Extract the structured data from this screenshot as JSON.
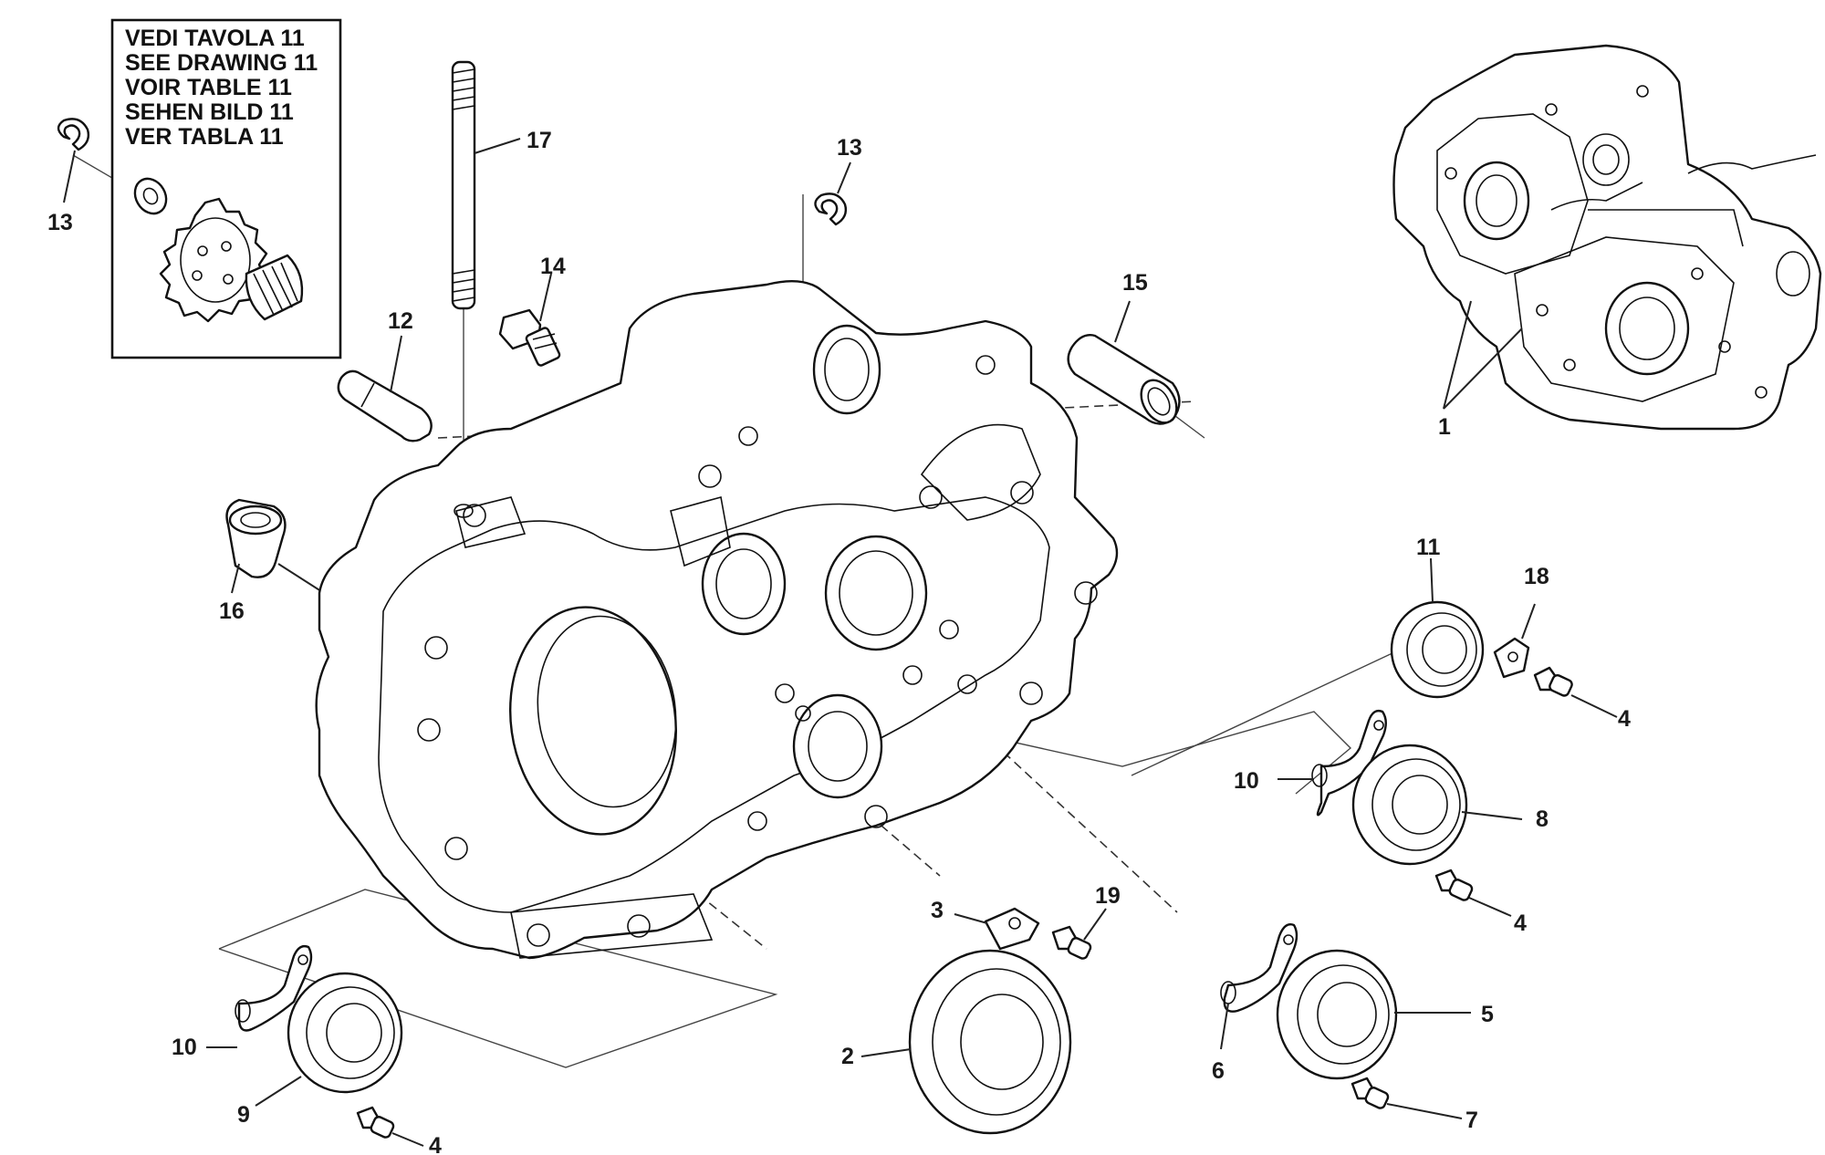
{
  "note_box": {
    "lines": [
      "VEDI TAVOLA 11",
      "SEE DRAWING 11",
      "VOIR TABLE 11",
      "SEHEN BILD 11",
      "VER TABLA 11"
    ]
  },
  "callouts": {
    "c1": "1",
    "c2": "2",
    "c3": "3",
    "c4a": "4",
    "c4b": "4",
    "c4c": "4",
    "c5": "5",
    "c6": "6",
    "c7": "7",
    "c8": "8",
    "c9": "9",
    "c10a": "10",
    "c10b": "10",
    "c11": "11",
    "c12": "12",
    "c13a": "13",
    "c13b": "13",
    "c14": "14",
    "c15": "15",
    "c16": "16",
    "c17": "17",
    "c18": "18",
    "c19": "19"
  }
}
